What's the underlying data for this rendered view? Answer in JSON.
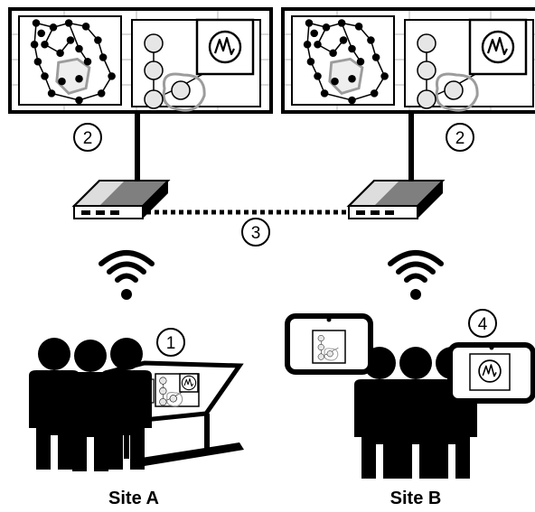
{
  "callouts": {
    "tabletop": "1",
    "display_a": "2",
    "display_b": "2",
    "network_link": "3",
    "tablets": "4"
  },
  "sites": {
    "a": "Site A",
    "b": "Site B"
  },
  "colors": {
    "ink": "#000000",
    "panel_fill": "#ffffff",
    "wall_gray": "#d9d9d9",
    "node_fill": "#e6e6e6",
    "router_top": "#dddddd",
    "router_side": "#7f7f7f",
    "highlight_ring": "#9c9c9c"
  }
}
